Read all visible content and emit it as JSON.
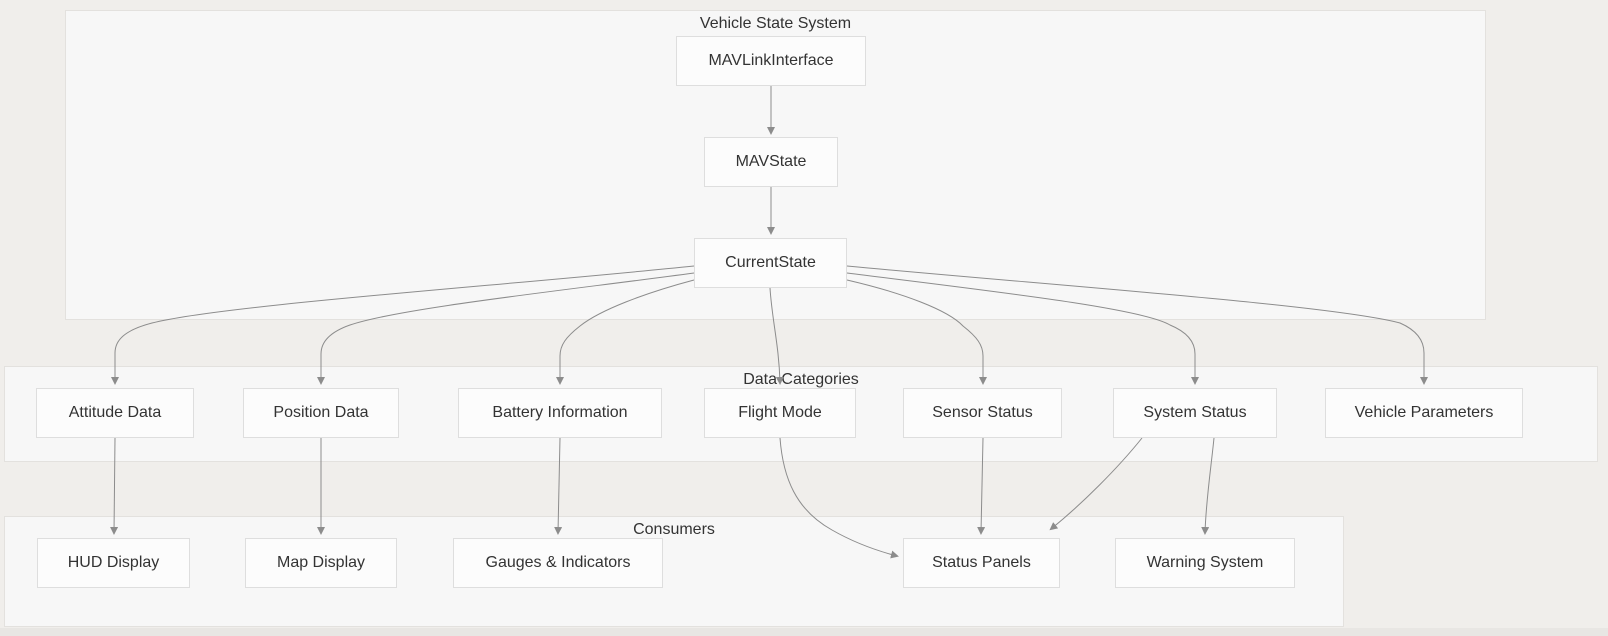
{
  "colors": {
    "page-bg": "#f0eeeb",
    "footer-strip": "#e8e6e3",
    "cluster-fill": "#f7f7f7",
    "cluster-border": "#e3e1de",
    "node-fill": "#fcfcfc",
    "node-border": "#dedede",
    "edge-color": "#8c8c8c",
    "text-color": "#333333"
  },
  "clusters": {
    "vehicle_state_system": {
      "title": "Vehicle State System"
    },
    "data_categories": {
      "title": "Data Categories"
    },
    "consumers": {
      "title": "Consumers"
    }
  },
  "nodes": {
    "mavlink_interface": {
      "label": "MAVLinkInterface",
      "cluster": "vehicle_state_system"
    },
    "mav_state": {
      "label": "MAVState",
      "cluster": "vehicle_state_system"
    },
    "current_state": {
      "label": "CurrentState",
      "cluster": "vehicle_state_system"
    },
    "attitude_data": {
      "label": "Attitude Data",
      "cluster": "data_categories"
    },
    "position_data": {
      "label": "Position Data",
      "cluster": "data_categories"
    },
    "battery_information": {
      "label": "Battery Information",
      "cluster": "data_categories"
    },
    "flight_mode": {
      "label": "Flight Mode",
      "cluster": "data_categories"
    },
    "sensor_status": {
      "label": "Sensor Status",
      "cluster": "data_categories"
    },
    "system_status": {
      "label": "System Status",
      "cluster": "data_categories"
    },
    "vehicle_parameters": {
      "label": "Vehicle Parameters",
      "cluster": "data_categories"
    },
    "hud_display": {
      "label": "HUD Display",
      "cluster": "consumers"
    },
    "map_display": {
      "label": "Map Display",
      "cluster": "consumers"
    },
    "gauges_indicators": {
      "label": "Gauges & Indicators",
      "cluster": "consumers"
    },
    "status_panels": {
      "label": "Status Panels",
      "cluster": "consumers"
    },
    "warning_system": {
      "label": "Warning System",
      "cluster": "consumers"
    }
  },
  "edges": [
    {
      "from": "mavlink_interface",
      "to": "mav_state"
    },
    {
      "from": "mav_state",
      "to": "current_state"
    },
    {
      "from": "current_state",
      "to": "attitude_data"
    },
    {
      "from": "current_state",
      "to": "position_data"
    },
    {
      "from": "current_state",
      "to": "battery_information"
    },
    {
      "from": "current_state",
      "to": "flight_mode"
    },
    {
      "from": "current_state",
      "to": "sensor_status"
    },
    {
      "from": "current_state",
      "to": "system_status"
    },
    {
      "from": "current_state",
      "to": "vehicle_parameters"
    },
    {
      "from": "attitude_data",
      "to": "hud_display"
    },
    {
      "from": "position_data",
      "to": "map_display"
    },
    {
      "from": "battery_information",
      "to": "gauges_indicators"
    },
    {
      "from": "flight_mode",
      "to": "status_panels"
    },
    {
      "from": "sensor_status",
      "to": "status_panels"
    },
    {
      "from": "system_status",
      "to": "status_panels"
    },
    {
      "from": "system_status",
      "to": "warning_system"
    }
  ]
}
